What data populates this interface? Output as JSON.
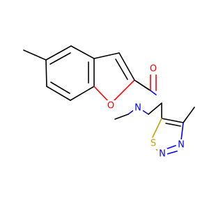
{
  "molecule": {
    "atoms": {
      "o_carbonyl": {
        "label": "O",
        "color": "#ff0000"
      },
      "o_furan": {
        "label": "O",
        "color": "#ff0000"
      },
      "n_amide": {
        "label": "N",
        "color": "#0000ff"
      },
      "s_thiadiazole": {
        "label": "S",
        "color": "#c8a000"
      },
      "n_ring_1": {
        "label": "N",
        "color": "#0000ff"
      },
      "n_ring_2": {
        "label": "N",
        "color": "#0000ff"
      }
    },
    "colors": {
      "bond": "#000000",
      "oxygen": "#ff0000",
      "nitrogen": "#0000ff",
      "sulfur": "#c8a000",
      "background": "#ffffff"
    }
  }
}
